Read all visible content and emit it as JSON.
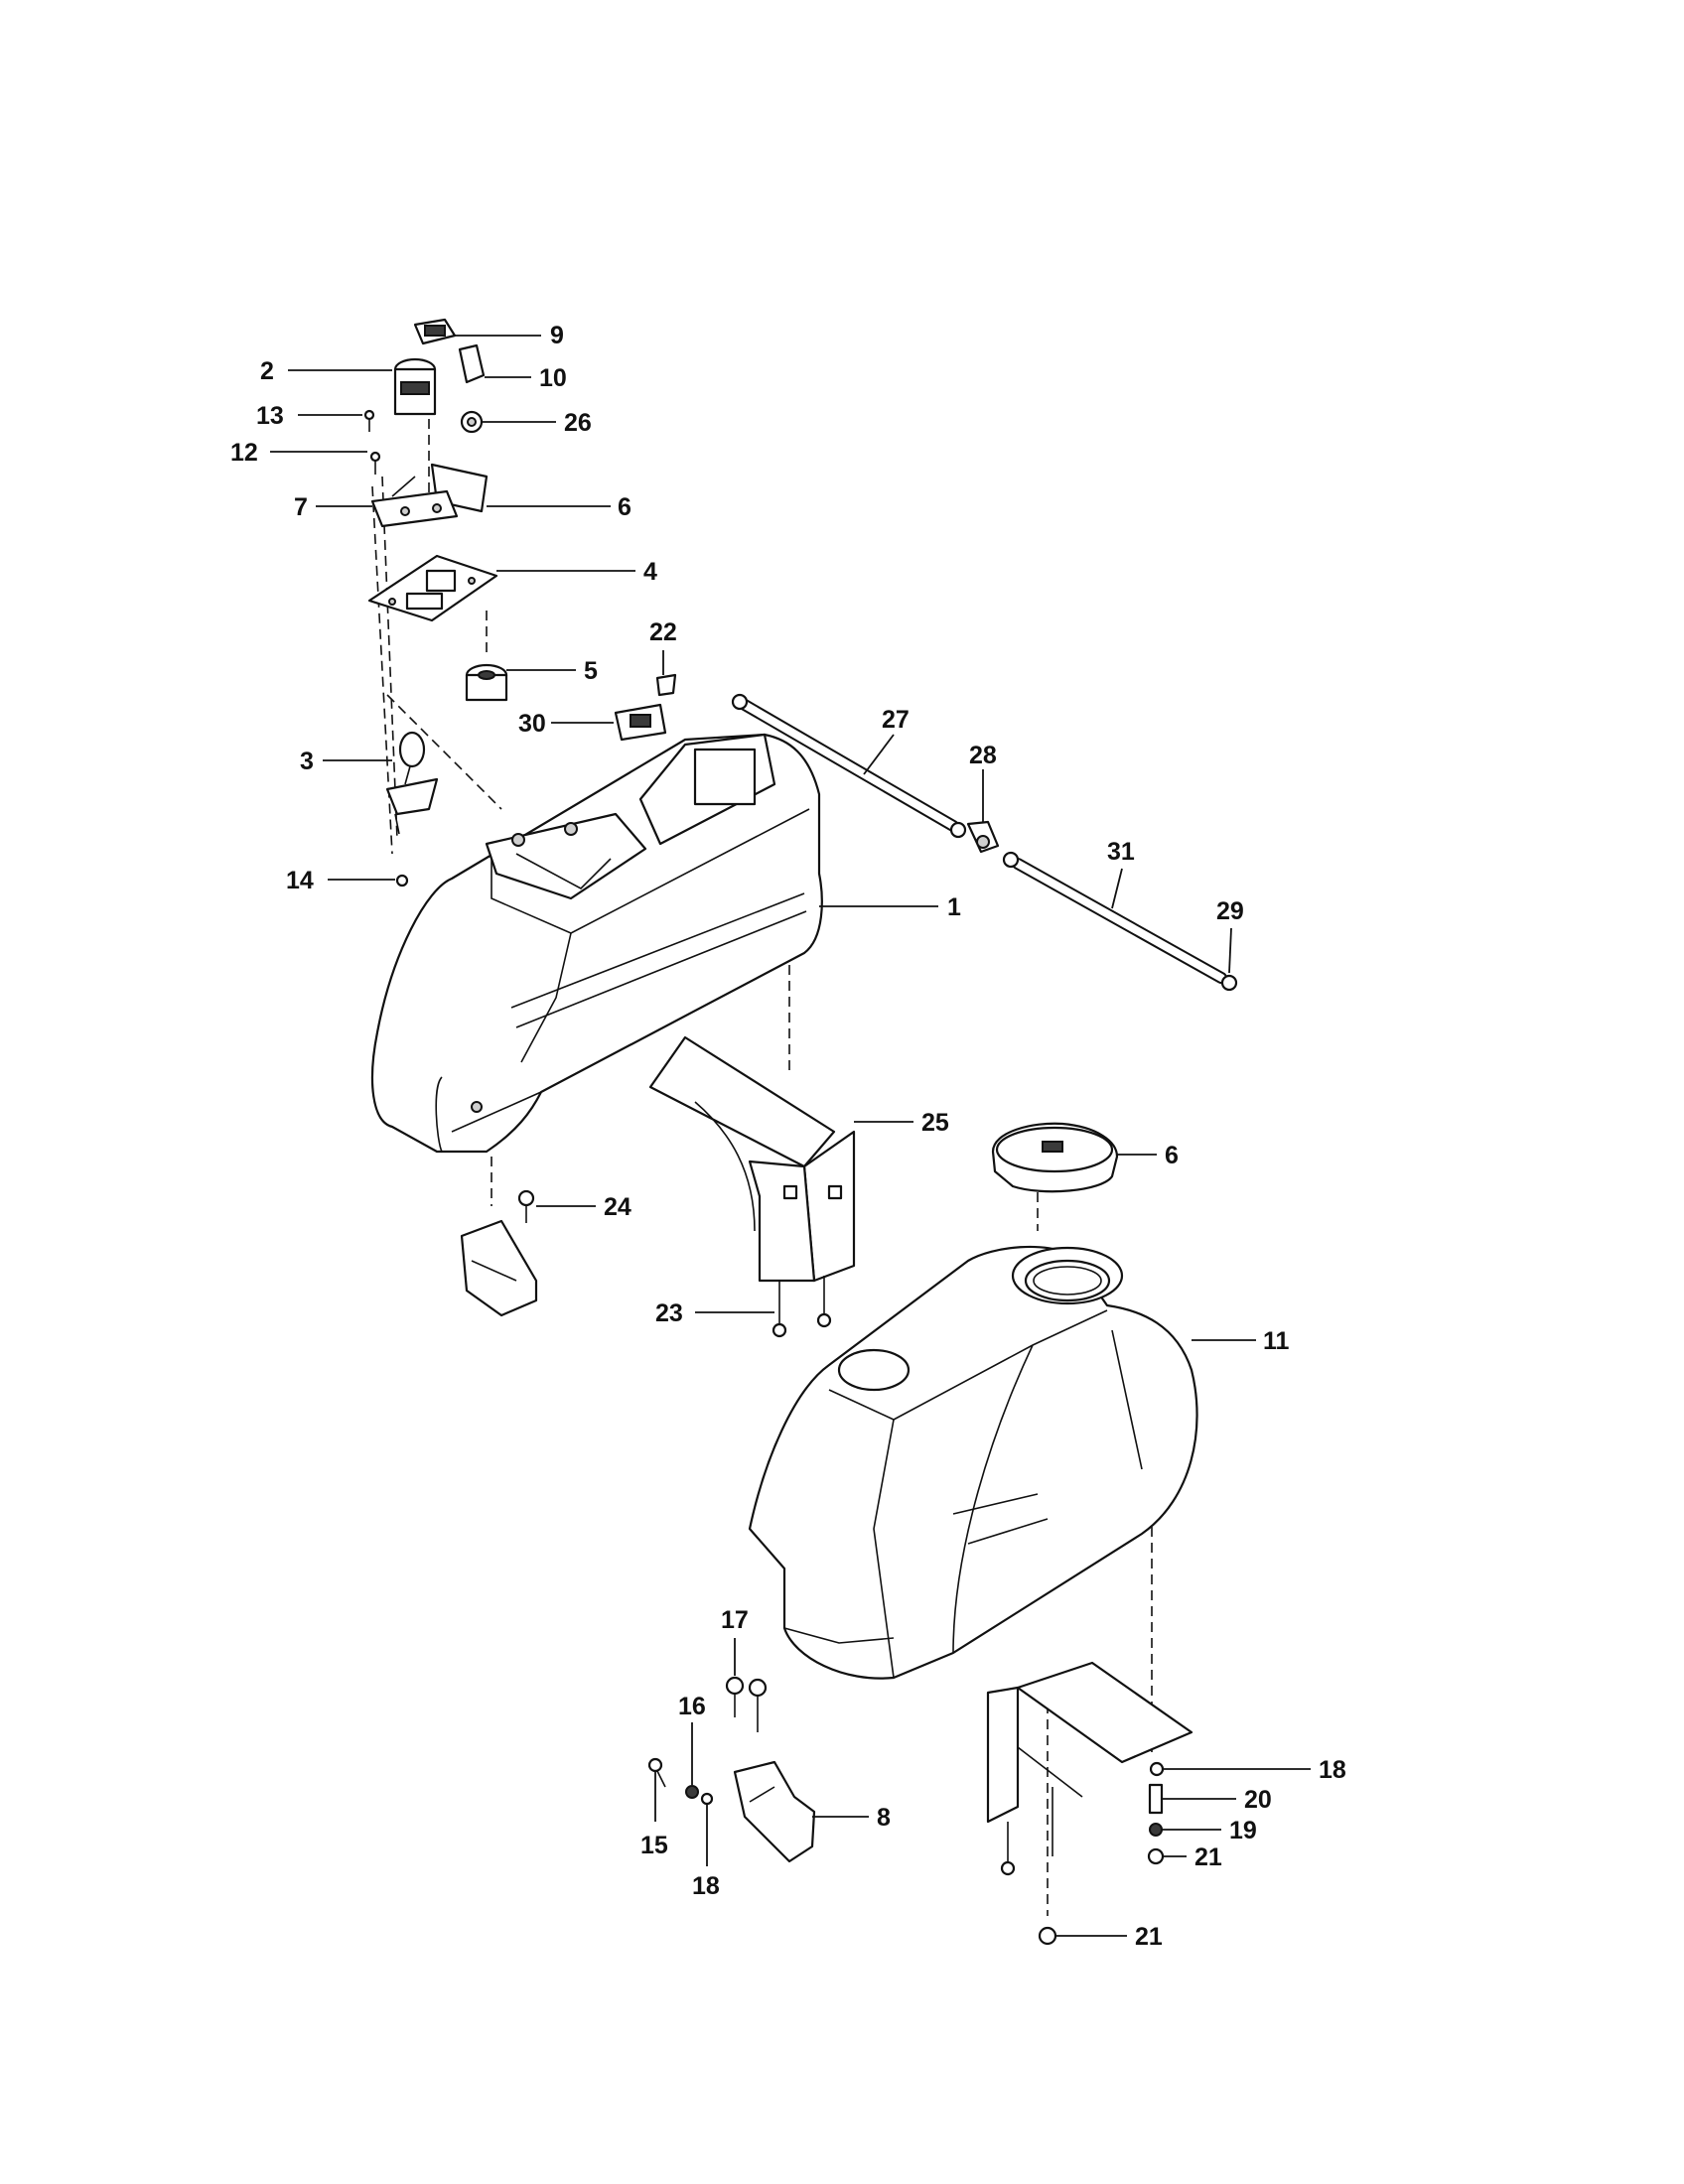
{
  "callouts": [
    {
      "id": "c9",
      "text": "9"
    },
    {
      "id": "c2",
      "text": "2"
    },
    {
      "id": "c10",
      "text": "10"
    },
    {
      "id": "c13",
      "text": "13"
    },
    {
      "id": "c26",
      "text": "26"
    },
    {
      "id": "c12",
      "text": "12"
    },
    {
      "id": "c7",
      "text": "7"
    },
    {
      "id": "c6a",
      "text": "6"
    },
    {
      "id": "c4",
      "text": "4"
    },
    {
      "id": "c22",
      "text": "22"
    },
    {
      "id": "c5",
      "text": "5"
    },
    {
      "id": "c30",
      "text": "30"
    },
    {
      "id": "c27",
      "text": "27"
    },
    {
      "id": "c28",
      "text": "28"
    },
    {
      "id": "c3",
      "text": "3"
    },
    {
      "id": "c31",
      "text": "31"
    },
    {
      "id": "c14",
      "text": "14"
    },
    {
      "id": "c1",
      "text": "1"
    },
    {
      "id": "c29",
      "text": "29"
    },
    {
      "id": "c25",
      "text": "25"
    },
    {
      "id": "c6b",
      "text": "6"
    },
    {
      "id": "c24",
      "text": "24"
    },
    {
      "id": "c23",
      "text": "23"
    },
    {
      "id": "c11",
      "text": "11"
    },
    {
      "id": "c17",
      "text": "17"
    },
    {
      "id": "c16",
      "text": "16"
    },
    {
      "id": "c18a",
      "text": "18"
    },
    {
      "id": "c20",
      "text": "20"
    },
    {
      "id": "c8",
      "text": "8"
    },
    {
      "id": "c19",
      "text": "19"
    },
    {
      "id": "c15",
      "text": "15"
    },
    {
      "id": "c21a",
      "text": "21"
    },
    {
      "id": "c18b",
      "text": "18"
    },
    {
      "id": "c21b",
      "text": "21"
    }
  ]
}
